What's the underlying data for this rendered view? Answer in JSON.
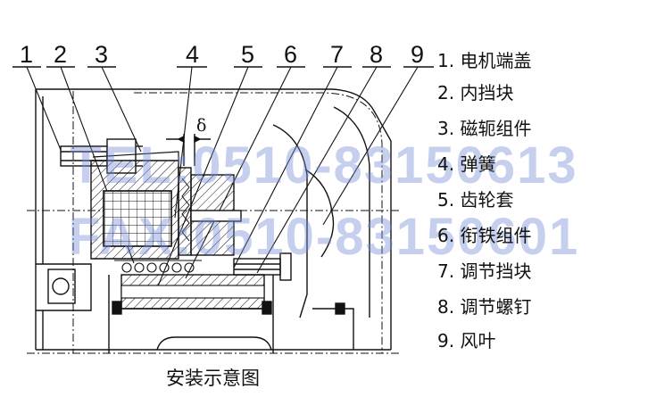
{
  "callouts": [
    "1",
    "2",
    "3",
    "4",
    "5",
    "6",
    "7",
    "8",
    "9"
  ],
  "legend": [
    "1. 电机端盖",
    "2. 内挡块",
    "3. 磁轭组件",
    "4. 弹簧",
    "5. 齿轮套",
    "6. 衔铁组件",
    "7. 调节挡块",
    "8. 调节螺钉",
    "9. 风叶"
  ],
  "gap_symbol": "δ",
  "caption": "安装示意图",
  "watermark": {
    "tel": "TEL:0510-83150613",
    "fax": "FAX:0510-83150601",
    "color": "#8ea2e0"
  }
}
